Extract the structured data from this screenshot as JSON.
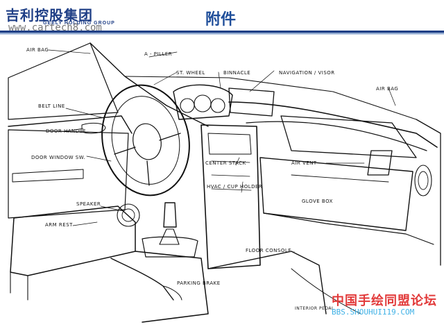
{
  "header": {
    "logo_cn": "吉利控股集团",
    "logo_en": "GEELY HOLDING GROUP",
    "watermark_url": "www.cartech8.com",
    "title": "附件",
    "brand_color": "#1f3f86",
    "title_color": "#1f4e9a"
  },
  "labels": {
    "air_bag_left": "AIR BAG",
    "a_pillar": "A - PILLER",
    "st_wheel": "ST. WHEEL",
    "binnacle": "BINNACLE",
    "navigation_visor": "NAVIGATION / VISOR",
    "air_bag_right": "AIR BAG",
    "belt_line": "BELT LINE",
    "door_handle": "DOOR HANDLE",
    "door_window_sw": "DOOR WINDOW SW.",
    "center_stack": "CENTER STACK",
    "air_vent": "AIR VENT",
    "hvac_cup_holder": "HVAC / CUP HOLDER",
    "speaker": "SPEAKER",
    "glove_box": "GLOVE BOX",
    "arm_rest": "ARM REST",
    "floor_console": "FLOOR CONSOLE .",
    "parking_brake": "PARKING BRAKE",
    "interior_pedal": "INTERIOR PEDAL"
  },
  "footer": {
    "forum_cn": "中国手绘同盟论坛",
    "forum_url": "BBS.SHOUHUI119.COM",
    "forum_cn_color": "#e23a3a",
    "forum_url_color": "#3fb1e6"
  }
}
